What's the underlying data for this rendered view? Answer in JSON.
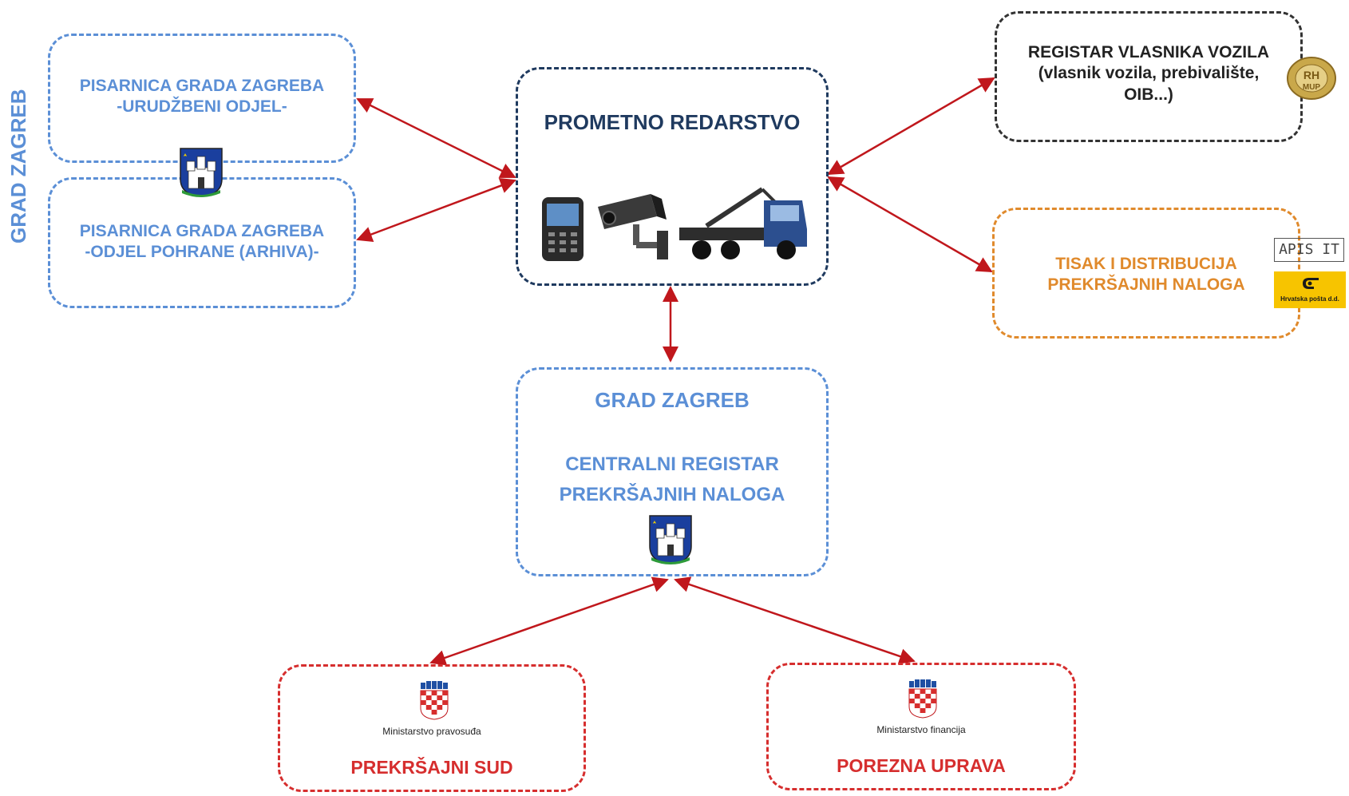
{
  "side_label": "GRAD ZAGREB",
  "pisarnica_urudzbeni": {
    "line1": "PISARNICA GRADA ZAGREBA",
    "line2": "-URUDŽBENI ODJEL-"
  },
  "pisarnica_pohrana": {
    "line1": "PISARNICA GRADA ZAGREBA",
    "line2": "-ODJEL POHRANE (ARHIVA)-"
  },
  "prometno": {
    "title": "PROMETNO REDARSTVO"
  },
  "registar_vlasnika": {
    "line1": "REGISTAR VLASNIKA VOZILA",
    "line2": "(vlasnik vozila, prebivalište,",
    "line3": "OIB...)",
    "badge_top": "RH",
    "badge_bottom": "MUP"
  },
  "tisak": {
    "line1": "TISAK I DISTRIBUCIJA",
    "line2": "PREKRŠAJNIH NALOGA",
    "apis_logo": "APIS IT",
    "posta_logo": "Hrvatska pošta d.d."
  },
  "grad": {
    "title": "GRAD ZAGREB",
    "line1": "CENTRALNI REGISTAR",
    "line2": "PREKRŠAJNIH NALOGA"
  },
  "sud": {
    "ministry": "Ministarstvo pravosuđa",
    "title": "PREKRŠAJNI SUD"
  },
  "porezna": {
    "ministry": "Ministarstvo financija",
    "title": "POREZNA UPRAVA"
  },
  "colors": {
    "blue": "#5b8fd6",
    "navy": "#1f3a5f",
    "orange": "#e08a2c",
    "red": "#d62e2e",
    "arrow": "#c0171c"
  }
}
